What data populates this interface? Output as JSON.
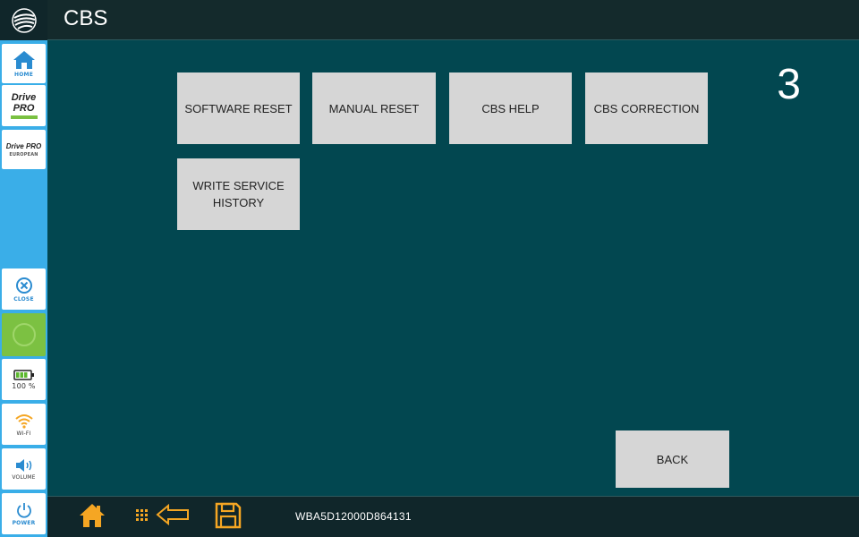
{
  "header": {
    "title": "CBS",
    "page_number": "3"
  },
  "sidebar": {
    "home_label": "HOME",
    "app1_brand": "Drive PRO",
    "app2_brand": "Drive PRO",
    "app2_sub": "EUROPEAN",
    "close_label": "CLOSE",
    "battery_label": "100 %",
    "wifi_label": "WI-FI",
    "volume_label": "VOLUME",
    "power_label": "POWER"
  },
  "buttons": {
    "software_reset": "SOFTWARE RESET",
    "manual_reset": "MANUAL RESET",
    "cbs_help": "CBS HELP",
    "cbs_correction": "CBS CORRECTION",
    "write_service_history_line1": "WRITE SERVICE",
    "write_service_history_line2": "HISTORY",
    "back": "BACK"
  },
  "footer": {
    "vin": "WBA5D12000D864131"
  },
  "colors": {
    "main_bg": "#024750",
    "sidebar_bg": "#3aaee8",
    "icon_accent": "#f5a623",
    "button_bg": "#d6d6d6"
  },
  "icons": [
    "brand-logo-icon",
    "home-icon",
    "close-icon",
    "battery-icon",
    "wifi-icon",
    "volume-icon",
    "power-icon",
    "grid-icon",
    "back-arrow-icon",
    "save-icon"
  ]
}
